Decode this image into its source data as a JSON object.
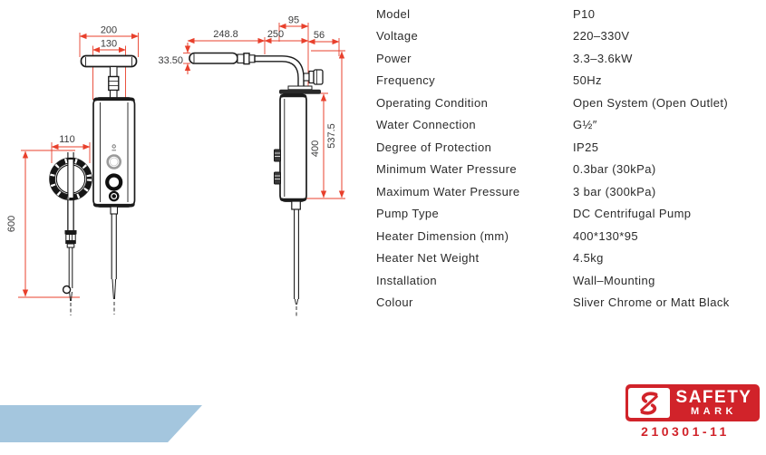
{
  "diagram": {
    "dimension_color": "#e8402c",
    "front_view": {
      "head_width": "200",
      "head_inner_width": "130",
      "handshower_diameter": "110",
      "hose_length": "600"
    },
    "side_view": {
      "arm_length": "248.8",
      "arm_reach": "250",
      "arm_diameter": "33.50",
      "elbow_depth": "95",
      "inlet_offset": "56",
      "body_height": "400",
      "overall_height": "537.5"
    }
  },
  "specs": {
    "rows": [
      {
        "label": "Model",
        "value": "P10"
      },
      {
        "label": "Voltage",
        "value": "220–330V"
      },
      {
        "label": "Power",
        "value": "3.3–3.6kW"
      },
      {
        "label": "Frequency",
        "value": "50Hz"
      },
      {
        "label": "Operating Condition",
        "value": "Open System (Open Outlet)"
      },
      {
        "label": "Water Connection",
        "value": "G½″"
      },
      {
        "label": "Degree of Protection",
        "value": "IP25"
      },
      {
        "label": "Minimum Water Pressure",
        "value": "0.3bar (30kPa)"
      },
      {
        "label": "Maximum Water Pressure",
        "value": "3 bar (300kPa)"
      },
      {
        "label": "Pump Type",
        "value": "DC Centrifugal Pump"
      },
      {
        "label": "Heater Dimension (mm)",
        "value": "400*130*95"
      },
      {
        "label": "Heater Net Weight",
        "value": "4.5kg"
      },
      {
        "label": "Installation",
        "value": "Wall–Mounting"
      },
      {
        "label": "Colour",
        "value": "Sliver Chrome or Matt Black"
      }
    ]
  },
  "safety_mark": {
    "title": "SAFETY",
    "subtitle": "MARK",
    "license_number": "210301-11",
    "red": "#d1232a"
  },
  "banner_color": "#a4c6de"
}
